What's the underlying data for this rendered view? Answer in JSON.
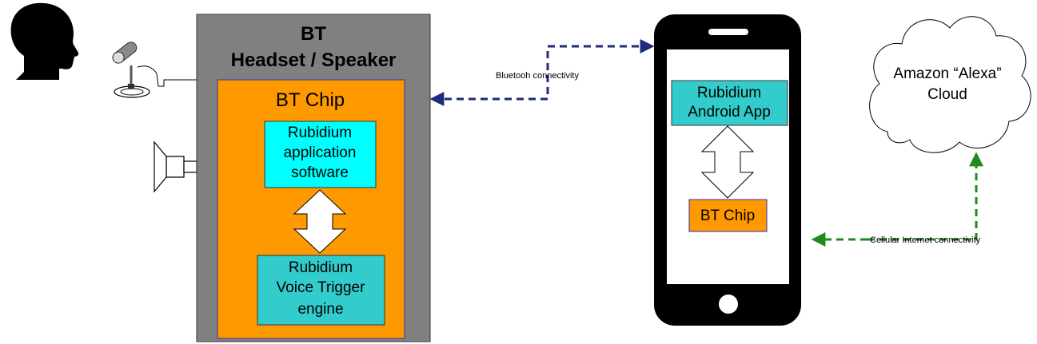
{
  "headset": {
    "title_line1": "BT",
    "title_line2": "Headset / Speaker",
    "chip_label": "BT Chip",
    "app_box": [
      "Rubidium",
      "application",
      "software"
    ],
    "engine_box": [
      "Rubidium",
      "Voice Trigger",
      "engine"
    ]
  },
  "phone": {
    "app_box": [
      "Rubidium",
      "Android App"
    ],
    "chip_label": "BT Chip"
  },
  "cloud": {
    "lines": [
      "Amazon “Alexa”",
      "Cloud"
    ]
  },
  "links": {
    "bluetooth": "Bluetooh connectivity",
    "cellular": "Cellular Internet connectivity"
  },
  "icons": [
    "user-head-icon",
    "microphone-icon",
    "speaker-icon",
    "smartphone-icon",
    "cloud-icon"
  ],
  "colors": {
    "headset_body": "#808080",
    "chip_orange": "#FF9900",
    "app_cyan": "#00FFFF",
    "engine_teal": "#33CCCC",
    "bluetooth_link": "#1F2A7A",
    "cellular_link": "#1E8B1E"
  }
}
